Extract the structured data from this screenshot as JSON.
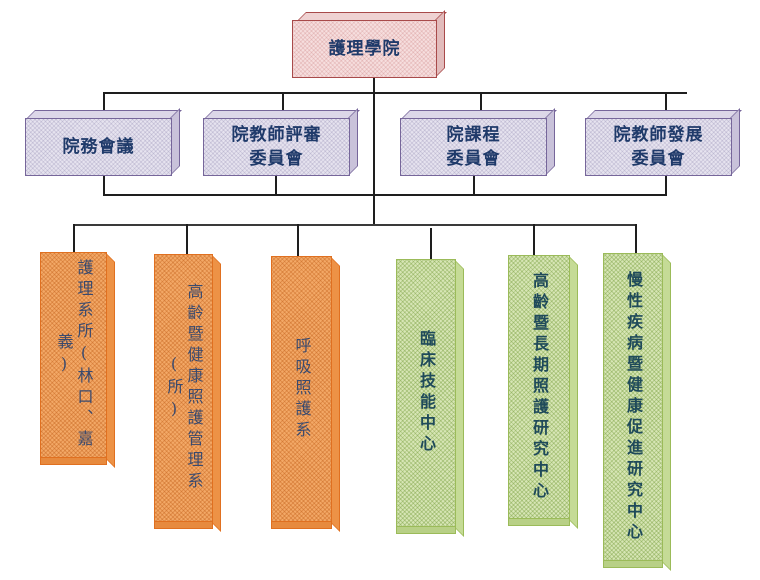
{
  "colors": {
    "root_fill": "#f6dede",
    "root_border": "#a84a4a",
    "committee_fill": "#e6e3ef",
    "committee_border": "#76669a",
    "department_fill": "#f3a866",
    "department_border": "#e07020",
    "center_fill": "#d7e6b5",
    "center_border": "#9bbb59",
    "text": "#1f3a6a",
    "connector": "#1e1e1e"
  },
  "root": {
    "label": "護理學院"
  },
  "committees": [
    {
      "label": "院務會議"
    },
    {
      "label": "院教師評審\n委員會"
    },
    {
      "label": "院課程\n委員會"
    },
    {
      "label": "院教師發展\n委員會"
    }
  ],
  "units": [
    {
      "label": "護理系所(林口、嘉義)",
      "type": "department"
    },
    {
      "label": "高齡暨健康照護管理系(所)",
      "type": "department"
    },
    {
      "label": "呼吸照護系",
      "type": "department"
    },
    {
      "label": "臨床技能中心",
      "type": "center"
    },
    {
      "label": "高齡暨長期照護研究中心",
      "type": "center"
    },
    {
      "label": "慢性疾病暨健康促進研究中心",
      "type": "center"
    }
  ]
}
